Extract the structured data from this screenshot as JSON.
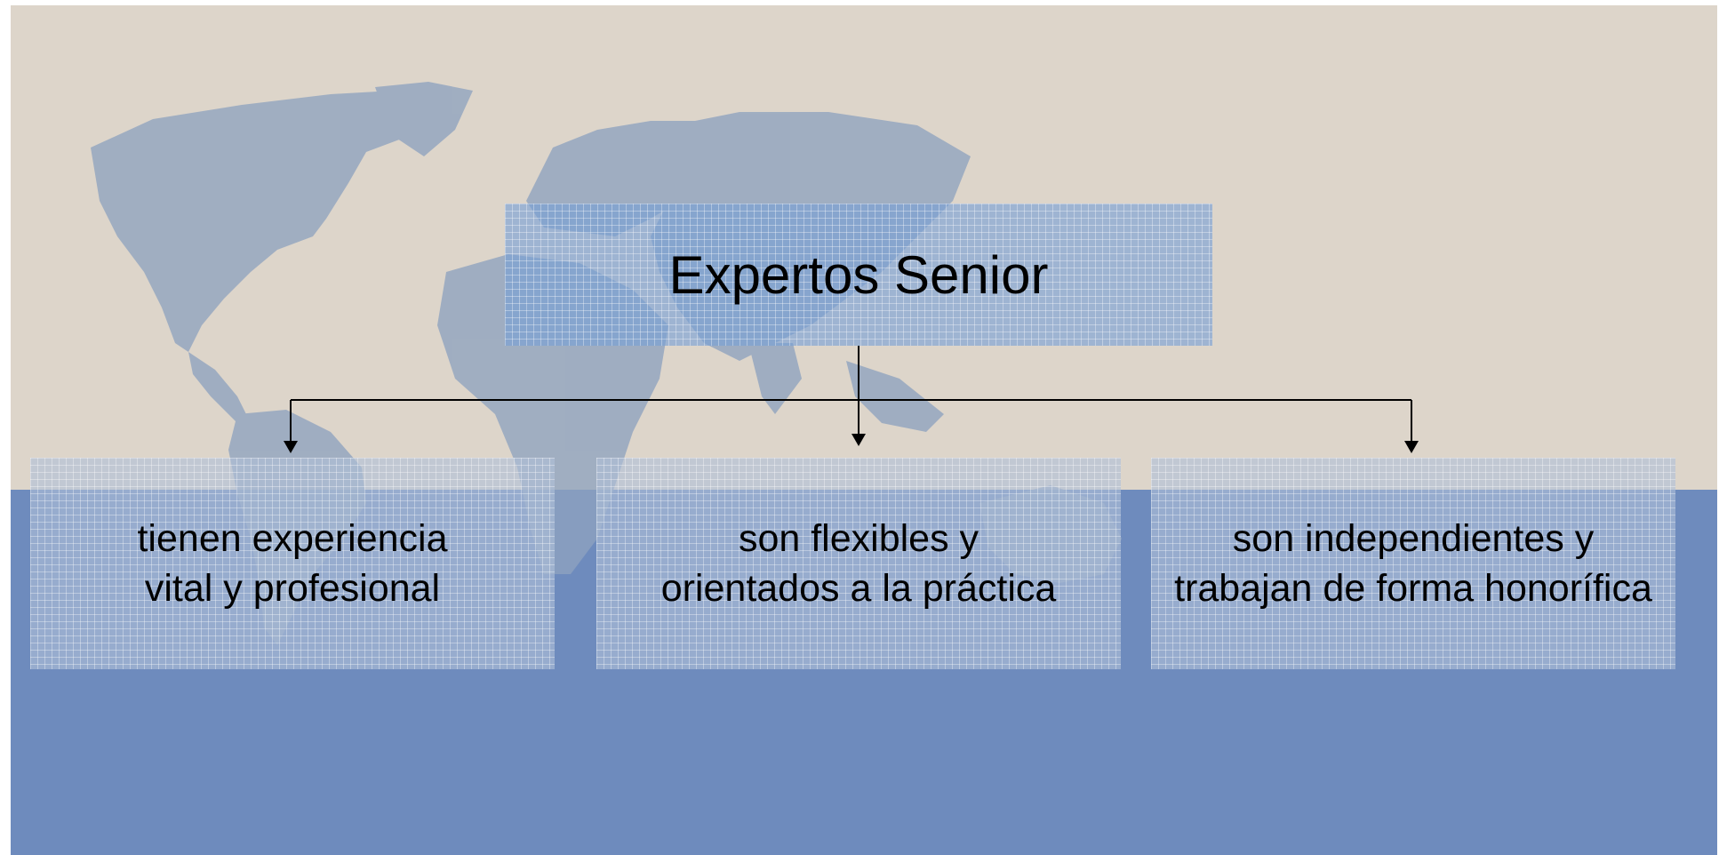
{
  "title": "Expertos Senior",
  "items": [
    {
      "text": "tienen experiencia\nvital y profesional"
    },
    {
      "text": "son flexibles y\norientados a la práctica"
    },
    {
      "text": "son independientes y\ntrabajan de forma honorífica"
    }
  ],
  "colors": {
    "background": "#ddd5ca",
    "band": "#6e8bbd",
    "map": "#8ea3bf",
    "title_box": "#78a0d7",
    "child_box": "#b0c0d8",
    "connector": "#000000"
  }
}
